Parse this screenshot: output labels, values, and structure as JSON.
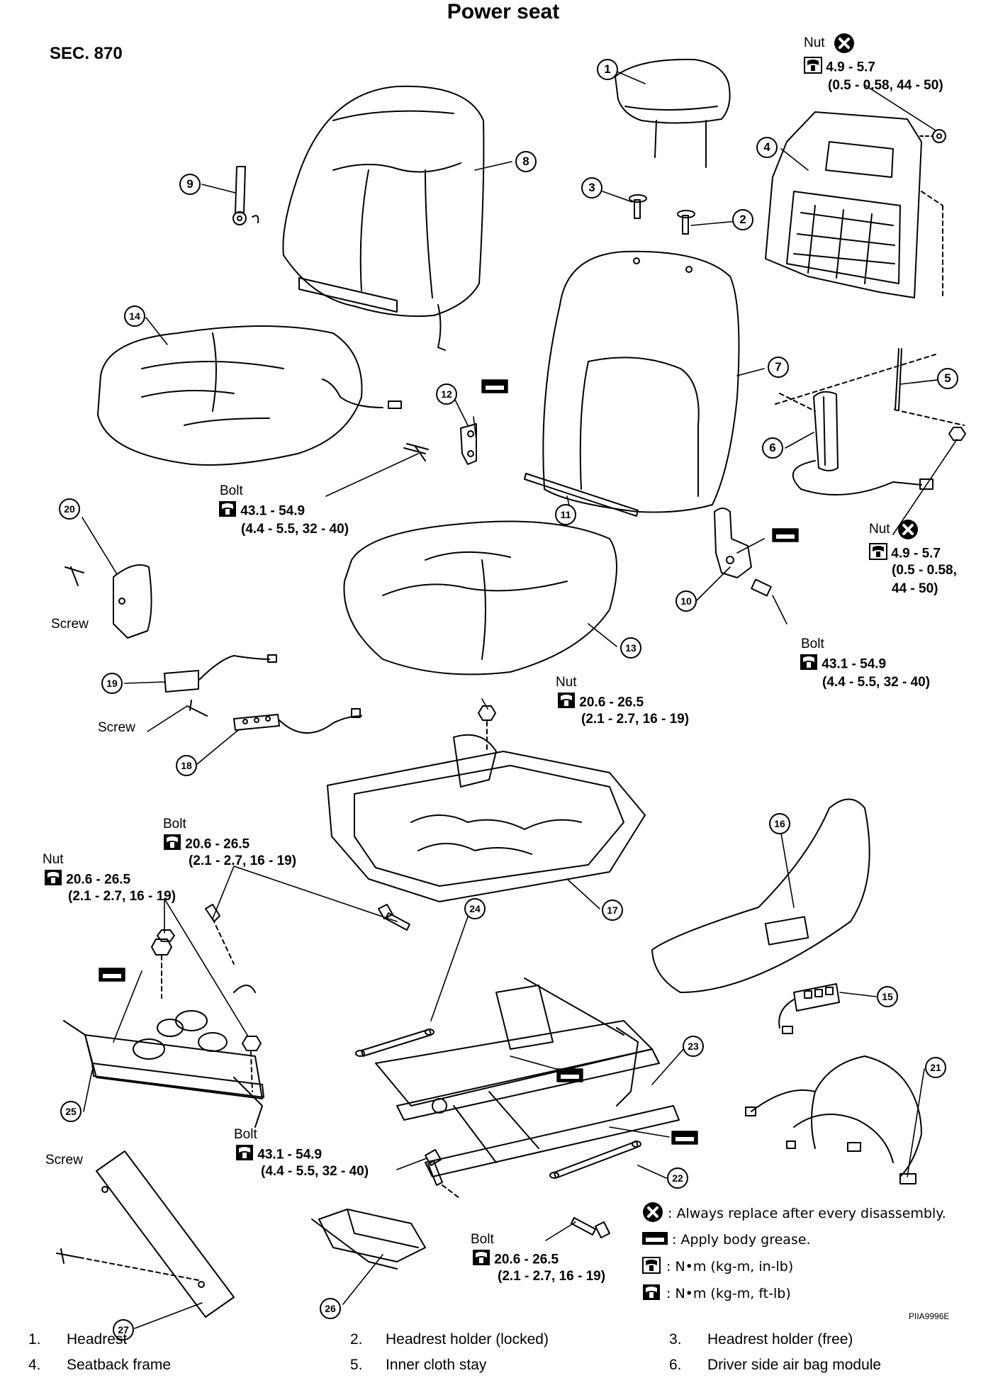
{
  "title": "Power seat",
  "section": "SEC. 870",
  "figure_code": "PIIA9996E",
  "labels": {
    "nut": "Nut",
    "bolt": "Bolt",
    "screw": "Screw"
  },
  "torques": {
    "nut_top": {
      "value": "4.9 - 5.7",
      "sub": "(0.5 - 0.58, 44 - 50)"
    },
    "nut_right": {
      "value": "4.9 - 5.7",
      "sub1": "(0.5 - 0.58,",
      "sub2": "44 - 50)"
    },
    "bolt_12": {
      "value": "43.1 - 54.9",
      "sub": "(4.4 - 5.5, 32 - 40)"
    },
    "bolt_10": {
      "value": "43.1 - 54.9",
      "sub": "(4.4 - 5.5, 32 - 40)"
    },
    "nut_center": {
      "value": "20.6 - 26.5",
      "sub": "(2.1 - 2.7, 16 - 19)"
    },
    "bolt_left": {
      "value": "20.6 - 26.5",
      "sub": "(2.1 - 2.7, 16 - 19)"
    },
    "nut_left": {
      "value": "20.6 - 26.5",
      "sub": "(2.1 - 2.7, 16 - 19)"
    },
    "bolt_25": {
      "value": "43.1 - 54.9",
      "sub": "(4.4 - 5.5, 32 - 40)"
    },
    "bolt_bottom": {
      "value": "20.6 - 26.5",
      "sub": "(2.1 - 2.7, 16 - 19)"
    }
  },
  "legend": [
    {
      "icon": "always-replace-icon",
      "text": ": Always replace after every disassembly."
    },
    {
      "icon": "apply-grease-icon",
      "text": ": Apply body grease."
    },
    {
      "icon": "torque-in-lb-icon",
      "text": ":  N•m (kg-m, in-lb)"
    },
    {
      "icon": "torque-ft-lb-icon",
      "text": ":  N•m (kg-m, ft-lb)"
    }
  ],
  "callouts": [
    "1",
    "2",
    "3",
    "4",
    "5",
    "6",
    "7",
    "8",
    "9",
    "10",
    "11",
    "12",
    "13",
    "14",
    "15",
    "16",
    "17",
    "18",
    "19",
    "20",
    "21",
    "22",
    "23",
    "24",
    "25",
    "26",
    "27"
  ],
  "parts_list": [
    {
      "num": "1.",
      "name": "Headrest"
    },
    {
      "num": "2.",
      "name": "Headrest holder (locked)"
    },
    {
      "num": "3.",
      "name": "Headrest holder (free)"
    },
    {
      "num": "4.",
      "name": "Seatback frame"
    },
    {
      "num": "5.",
      "name": "Inner cloth stay"
    },
    {
      "num": "6.",
      "name": "Driver side air bag module"
    }
  ]
}
